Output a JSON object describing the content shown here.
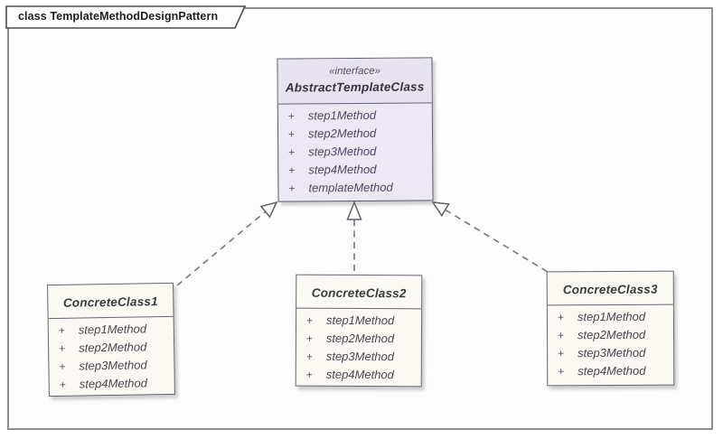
{
  "frame": {
    "title": "class TemplateMethodDesignPattern"
  },
  "symbols": {
    "visibility": "+"
  },
  "interface_class": {
    "stereotype": "«interface»",
    "name": "AbstractTemplateClass",
    "methods": [
      "step1Method",
      "step2Method",
      "step3Method",
      "step4Method",
      "templateMethod"
    ]
  },
  "concrete_classes": [
    {
      "name": "ConcreteClass1",
      "methods": [
        "step1Method",
        "step2Method",
        "step3Method",
        "step4Method"
      ]
    },
    {
      "name": "ConcreteClass2",
      "methods": [
        "step1Method",
        "step2Method",
        "step3Method",
        "step4Method"
      ]
    },
    {
      "name": "ConcreteClass3",
      "methods": [
        "step1Method",
        "step2Method",
        "step3Method",
        "step4Method"
      ]
    }
  ],
  "relations": [
    {
      "from": "ConcreteClass1",
      "to": "AbstractTemplateClass",
      "type": "realization"
    },
    {
      "from": "ConcreteClass2",
      "to": "AbstractTemplateClass",
      "type": "realization"
    },
    {
      "from": "ConcreteClass3",
      "to": "AbstractTemplateClass",
      "type": "realization"
    }
  ],
  "colors": {
    "interface_fill": "#ece8f4",
    "interface_header_fill": "#e7e3f1",
    "concrete_fill": "#fbf9f3",
    "box_border": "#67626f",
    "connector": "#7d7d85",
    "frame_border": "#8f8f8f"
  }
}
